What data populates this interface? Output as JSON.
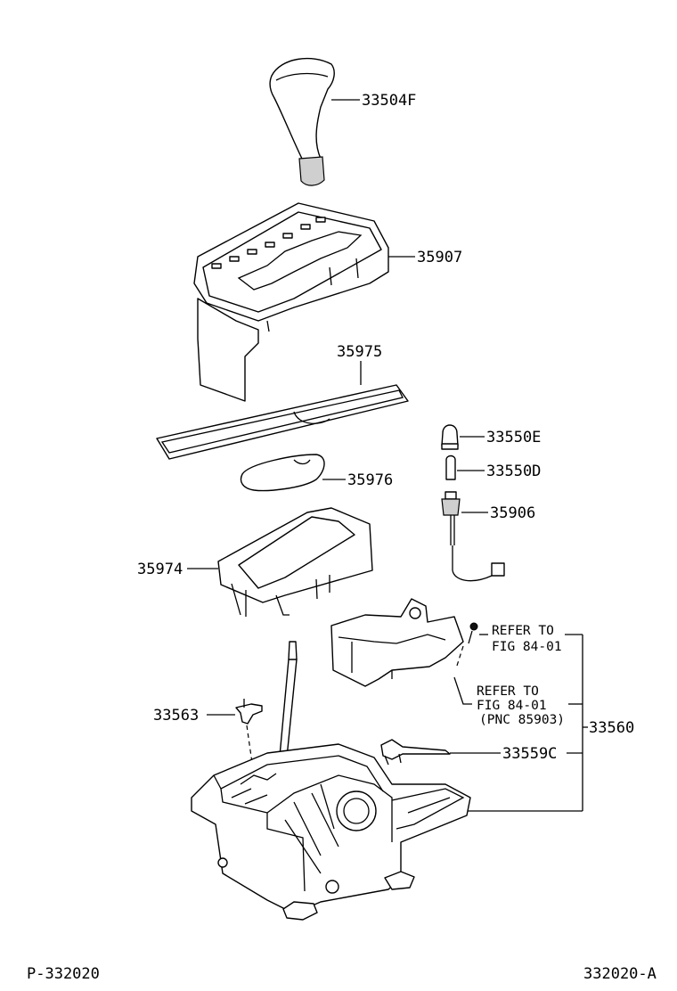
{
  "labels": {
    "knob": "33504F",
    "indicator_housing": "35907",
    "slide_plate": "35975",
    "small_plate": "35976",
    "bulb_cap": "33550E",
    "bulb": "33550D",
    "bulb_socket": "35906",
    "lever_guide": "35974",
    "refer_1_line1": "REFER TO",
    "refer_1_line2": "FIG 84-01",
    "refer_2_line1": "REFER TO",
    "refer_2_line2": "FIG 84-01",
    "refer_2_line3": "(PNC 85903)",
    "shift_lever_assy": "33560",
    "lock_pin": "33563",
    "detent_spring": "33559C"
  },
  "footer": {
    "left_code": "P-332020",
    "right_code": "332020-A"
  }
}
